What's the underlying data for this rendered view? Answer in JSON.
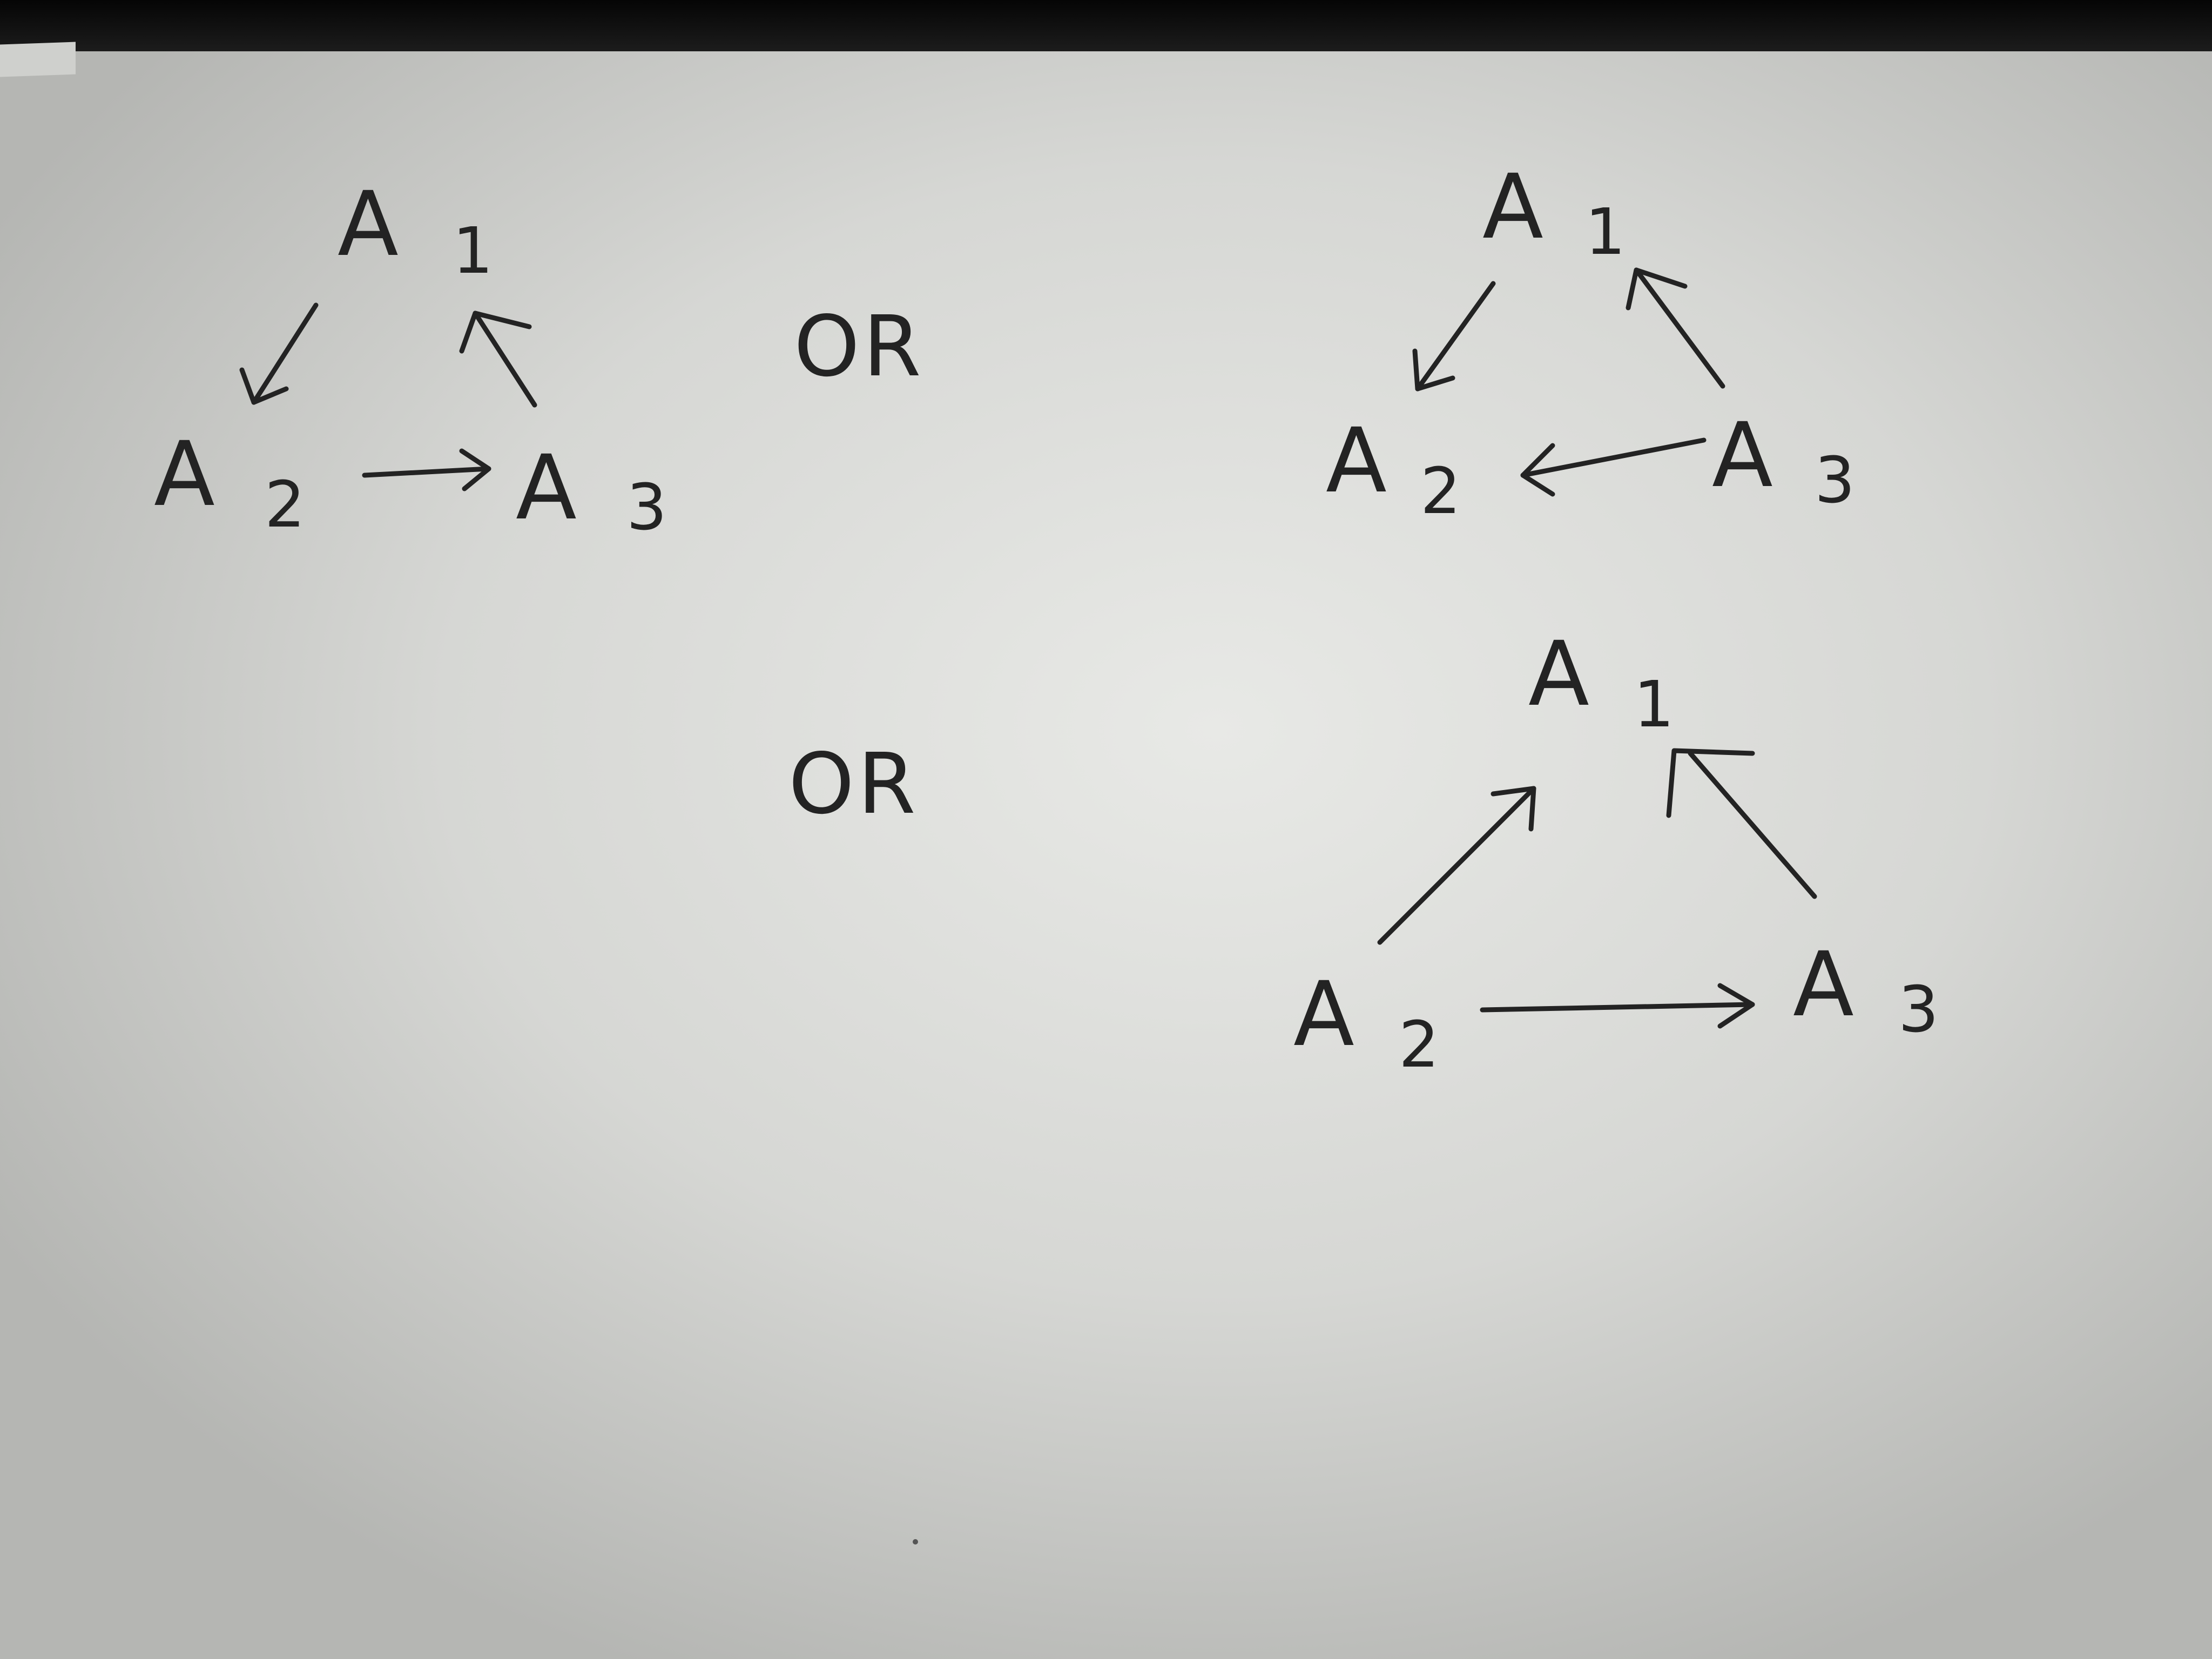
{
  "graphs": [
    {
      "id": "graph-1",
      "nodes": [
        {
          "id": "A1",
          "base": "A",
          "sub": "1"
        },
        {
          "id": "A2",
          "base": "A",
          "sub": "2"
        },
        {
          "id": "A3",
          "base": "A",
          "sub": "3"
        }
      ],
      "edges": [
        {
          "from": "A1",
          "to": "A2"
        },
        {
          "from": "A2",
          "to": "A3"
        },
        {
          "from": "A3",
          "to": "A1"
        }
      ]
    },
    {
      "id": "graph-2",
      "nodes": [
        {
          "id": "A1",
          "base": "A",
          "sub": "1"
        },
        {
          "id": "A2",
          "base": "A",
          "sub": "2"
        },
        {
          "id": "A3",
          "base": "A",
          "sub": "3"
        }
      ],
      "edges": [
        {
          "from": "A1",
          "to": "A2"
        },
        {
          "from": "A3",
          "to": "A2"
        },
        {
          "from": "A3",
          "to": "A1"
        }
      ]
    },
    {
      "id": "graph-3",
      "nodes": [
        {
          "id": "A1",
          "base": "A",
          "sub": "1"
        },
        {
          "id": "A2",
          "base": "A",
          "sub": "2"
        },
        {
          "id": "A3",
          "base": "A",
          "sub": "3"
        }
      ],
      "edges": [
        {
          "from": "A2",
          "to": "A1"
        },
        {
          "from": "A2",
          "to": "A3"
        },
        {
          "from": "A3",
          "to": "A1"
        }
      ]
    }
  ],
  "separators": [
    "OR",
    "OR"
  ],
  "colors": {
    "ink": "#232323",
    "paper": "#dcdddb"
  }
}
